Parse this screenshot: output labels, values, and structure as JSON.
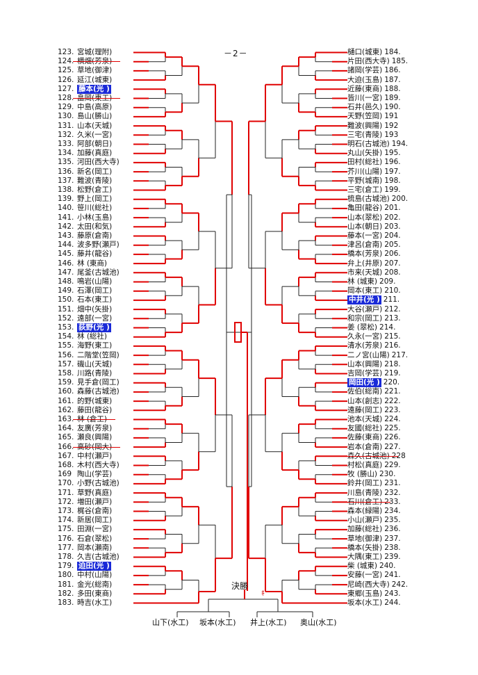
{
  "page_label": "－2－",
  "final_label": "決勝",
  "final_mark": "ｷ",
  "left": [
    {
      "num": "123.",
      "name": "宮城(理附)"
    },
    {
      "num": "124.",
      "name": "横畑(芳泉)",
      "struck": true
    },
    {
      "num": "125.",
      "name": "草地(御津)"
    },
    {
      "num": "126.",
      "name": "延江(城東)"
    },
    {
      "num": "127.",
      "name": "藤本(光 )",
      "hl": true
    },
    {
      "num": "128.",
      "name": "畠岡(東工)",
      "struck": true
    },
    {
      "num": "129.",
      "name": "中島(高原)"
    },
    {
      "num": "130.",
      "name": "島山(勝山)"
    },
    {
      "num": "131.",
      "name": "山本(天城)"
    },
    {
      "num": "132.",
      "name": "久米(一宮)"
    },
    {
      "num": "133.",
      "name": "阿部(朝日)"
    },
    {
      "num": "134.",
      "name": "加藤(真庭)"
    },
    {
      "num": "135.",
      "name": "河田(西大寺)"
    },
    {
      "num": "136.",
      "name": "新名(岡工)"
    },
    {
      "num": "137.",
      "name": "難波(青陵)"
    },
    {
      "num": "138.",
      "name": "松野(倉工)"
    },
    {
      "num": "139.",
      "name": "野上(岡工)"
    },
    {
      "num": "140.",
      "name": "笹川(総社)"
    },
    {
      "num": "141.",
      "name": "小林(玉島)"
    },
    {
      "num": "142.",
      "name": "太田(和気)"
    },
    {
      "num": "143.",
      "name": "藤原(倉南)"
    },
    {
      "num": "144.",
      "name": "波多野(瀬戸)"
    },
    {
      "num": "145.",
      "name": "藤井(龍谷)"
    },
    {
      "num": "146.",
      "name": "林 (東商)"
    },
    {
      "num": "147.",
      "name": "尾釜(古城池)"
    },
    {
      "num": "148.",
      "name": "鳴岩(山陽)"
    },
    {
      "num": "149.",
      "name": "石澤(岡工)"
    },
    {
      "num": "150.",
      "name": "石本(東工)"
    },
    {
      "num": "151.",
      "name": "畑中(矢掛)"
    },
    {
      "num": "152.",
      "name": "遠部(一宮)"
    },
    {
      "num": "153.",
      "name": "荻野(光 )",
      "hl": true
    },
    {
      "num": "154.",
      "name": "林 (総社)"
    },
    {
      "num": "155.",
      "name": "海野(東工)"
    },
    {
      "num": "156.",
      "name": "二階堂(笠岡)"
    },
    {
      "num": "157.",
      "name": "磯山(天城)"
    },
    {
      "num": "158.",
      "name": "川路(青陵)"
    },
    {
      "num": "159.",
      "name": "見手倉(岡工)"
    },
    {
      "num": "160.",
      "name": "森藤(古城池)"
    },
    {
      "num": "161.",
      "name": "的野(城東)"
    },
    {
      "num": "162.",
      "name": "藤田(龍谷)"
    },
    {
      "num": "163.",
      "name": "林 (倉工)",
      "struck": true
    },
    {
      "num": "164.",
      "name": "友廣(芳泉)"
    },
    {
      "num": "165.",
      "name": "瀬良(興陽)"
    },
    {
      "num": "166.",
      "name": "高砂(岡大)",
      "struck": true
    },
    {
      "num": "167.",
      "name": "中村(瀬戸)"
    },
    {
      "num": "168.",
      "name": "木村(西大寺)"
    },
    {
      "num": "169",
      "name": "陶山(学芸)"
    },
    {
      "num": "170.",
      "name": "小野(古城池)"
    },
    {
      "num": "171.",
      "name": "草野(真庭)"
    },
    {
      "num": "172.",
      "name": "増田(瀬戸)"
    },
    {
      "num": "173.",
      "name": "梶谷(倉南)"
    },
    {
      "num": "174.",
      "name": "新居(岡工)"
    },
    {
      "num": "175.",
      "name": "田淵(一宮)"
    },
    {
      "num": "176.",
      "name": "石倉(翠松)"
    },
    {
      "num": "177.",
      "name": "岡本(瀬南)"
    },
    {
      "num": "178.",
      "name": "久吉(古城池)"
    },
    {
      "num": "179.",
      "name": "迫田(光 )",
      "hl": true
    },
    {
      "num": "180.",
      "name": "中村(山陽)"
    },
    {
      "num": "181.",
      "name": "金光(総南)"
    },
    {
      "num": "182.",
      "name": "多田(東商)"
    },
    {
      "num": "183.",
      "name": "時吉(水工)"
    }
  ],
  "right": [
    {
      "num": "184.",
      "name": "樋口(城東)"
    },
    {
      "num": "185.",
      "name": "片田(西大寺)"
    },
    {
      "num": "186.",
      "name": "諸岡(学芸)"
    },
    {
      "num": "187.",
      "name": "大迫(玉島)"
    },
    {
      "num": "188.",
      "name": "近藤(東商)"
    },
    {
      "num": "189.",
      "name": "皆川(一宮)"
    },
    {
      "num": "190.",
      "name": "石井(邑久)"
    },
    {
      "num": "191",
      "name": "天野(笠岡)"
    },
    {
      "num": "192",
      "name": "難波(興陽)"
    },
    {
      "num": "193",
      "name": "三宅(青陵)"
    },
    {
      "num": "194.",
      "name": "明石(古城池)"
    },
    {
      "num": "195.",
      "name": "丸山(矢掛)"
    },
    {
      "num": "196.",
      "name": "田村(総社)"
    },
    {
      "num": "197.",
      "name": "芥川(山陽)"
    },
    {
      "num": "198.",
      "name": "平野(城南)"
    },
    {
      "num": "199.",
      "name": "三宅(倉工)"
    },
    {
      "num": "200.",
      "name": "梳島(古城池)"
    },
    {
      "num": "201.",
      "name": "亀田(龍谷)"
    },
    {
      "num": "202.",
      "name": "山本(翠松)"
    },
    {
      "num": "203.",
      "name": "山本(朝日)"
    },
    {
      "num": "204.",
      "name": "藤本(一宮)"
    },
    {
      "num": "205.",
      "name": "津呂(倉南)"
    },
    {
      "num": "206.",
      "name": "橋本(芳泉)"
    },
    {
      "num": "207.",
      "name": "弁上(井原)"
    },
    {
      "num": "208.",
      "name": "市来(天城)"
    },
    {
      "num": "209.",
      "name": "林 (城東)"
    },
    {
      "num": "210.",
      "name": "岡本(東工)"
    },
    {
      "num": "211.",
      "name": "中井(光 )",
      "hl": true
    },
    {
      "num": "212.",
      "name": "大谷(瀬戸)"
    },
    {
      "num": "213.",
      "name": "和宗(岡工)"
    },
    {
      "num": "214.",
      "name": "姜 (翠松)"
    },
    {
      "num": "215.",
      "name": "久永(一宮)"
    },
    {
      "num": "216.",
      "name": "清水(芳泉)"
    },
    {
      "num": "217.",
      "name": "二ノ宮(山陽)"
    },
    {
      "num": "218.",
      "name": "山本(興陽)"
    },
    {
      "num": "219.",
      "name": "吉岡(学芸)"
    },
    {
      "num": "220.",
      "name": "岡田(光 )",
      "hl": true
    },
    {
      "num": "221.",
      "name": "佐伯(総南)"
    },
    {
      "num": "222.",
      "name": "山本(創志)"
    },
    {
      "num": "223.",
      "name": "遠藤(岡工)"
    },
    {
      "num": "224.",
      "name": "池本(天城)"
    },
    {
      "num": "225.",
      "name": "友國(総社)"
    },
    {
      "num": "226.",
      "name": "佐藤(東商)"
    },
    {
      "num": "227.",
      "name": "岩本(倉南)"
    },
    {
      "num": "228",
      "name": "森久(古城池)",
      "struck": true
    },
    {
      "num": "229.",
      "name": "村松(真庭)"
    },
    {
      "num": "230.",
      "name": "牧 (勝山)"
    },
    {
      "num": "231.",
      "name": "鈴井(岡工)"
    },
    {
      "num": "232.",
      "name": "川島(青陵)"
    },
    {
      "num": "233.",
      "name": "石川(倉工)",
      "struck": true
    },
    {
      "num": "234.",
      "name": "森本(緑陽)"
    },
    {
      "num": "235.",
      "name": "小山(瀬戸)"
    },
    {
      "num": "236.",
      "name": "加藤(総社)"
    },
    {
      "num": "237.",
      "name": "草地(御津)"
    },
    {
      "num": "238.",
      "name": "橋本(矢掛)"
    },
    {
      "num": "239.",
      "name": "大隅(東工)"
    },
    {
      "num": "240.",
      "name": "柴 (城東)"
    },
    {
      "num": "241.",
      "name": "安藤(一宮)"
    },
    {
      "num": "242.",
      "name": "尼崎(西大寺)"
    },
    {
      "num": "243.",
      "name": "東郷(玉島)"
    },
    {
      "num": "244.",
      "name": "坂本(水工)"
    }
  ],
  "bottom": [
    {
      "name": "山下(水工)"
    },
    {
      "name": "坂本(水工)"
    },
    {
      "name": "井上(水工)"
    },
    {
      "name": "奥山(水工)"
    }
  ]
}
